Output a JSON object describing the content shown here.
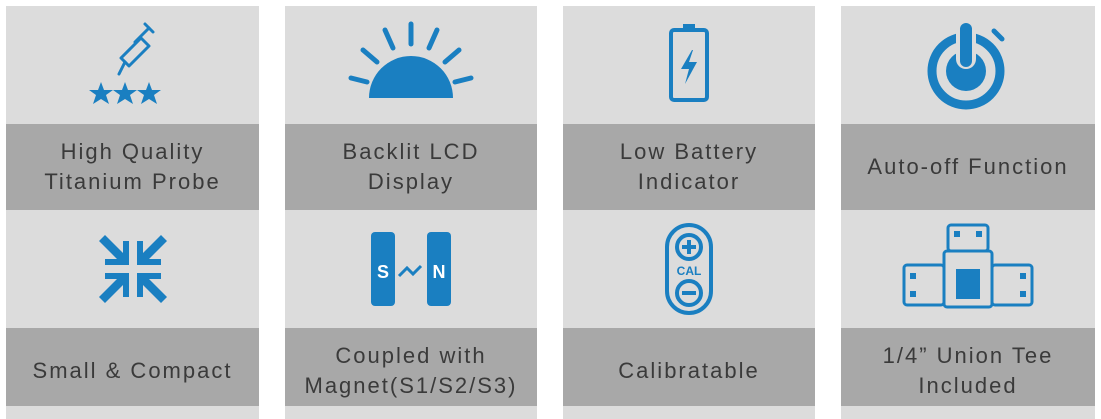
{
  "colors": {
    "icon": "#1a7fc1",
    "icon_bg": "#dcdcdc",
    "label_bg": "#a8a8a8",
    "text": "#3a3a3a"
  },
  "features": [
    {
      "icon": "probe-icon",
      "line1": "High Quality",
      "line2": "Titanium Probe"
    },
    {
      "icon": "backlit-display-icon",
      "line1": "Backlit LCD",
      "line2": "Display"
    },
    {
      "icon": "battery-icon",
      "line1": "Low Battery",
      "line2": "Indicator"
    },
    {
      "icon": "power-icon",
      "line1": "Auto-off Function",
      "line2": ""
    },
    {
      "icon": "compact-arrows-icon",
      "line1": "Small & Compact",
      "line2": ""
    },
    {
      "icon": "magnet-icon",
      "line1": "Coupled with",
      "line2": "Magnet(S1/S2/S3)",
      "icon_text_s": "S",
      "icon_text_n": "N"
    },
    {
      "icon": "calibration-icon",
      "line1": "Calibratable",
      "line2": "",
      "icon_text": "CAL"
    },
    {
      "icon": "union-tee-icon",
      "line1": "1/4” Union Tee",
      "line2": "Included"
    }
  ]
}
